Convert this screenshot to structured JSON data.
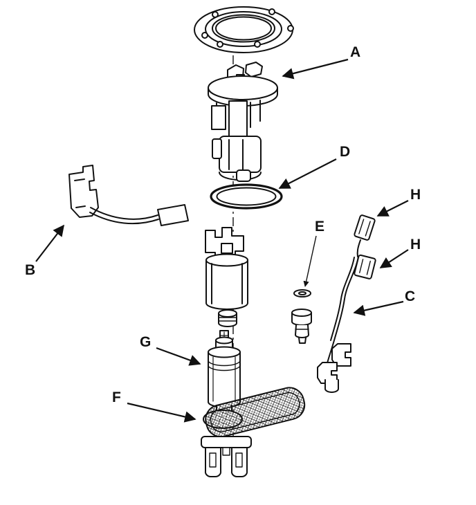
{
  "colors": {
    "line": "#111111",
    "background": "#ffffff"
  },
  "diagram": {
    "labels": {
      "a": "A",
      "b": "B",
      "c": "C",
      "d": "D",
      "e": "E",
      "f": "F",
      "g": "G",
      "h_top": "H",
      "h_bottom": "H"
    }
  }
}
